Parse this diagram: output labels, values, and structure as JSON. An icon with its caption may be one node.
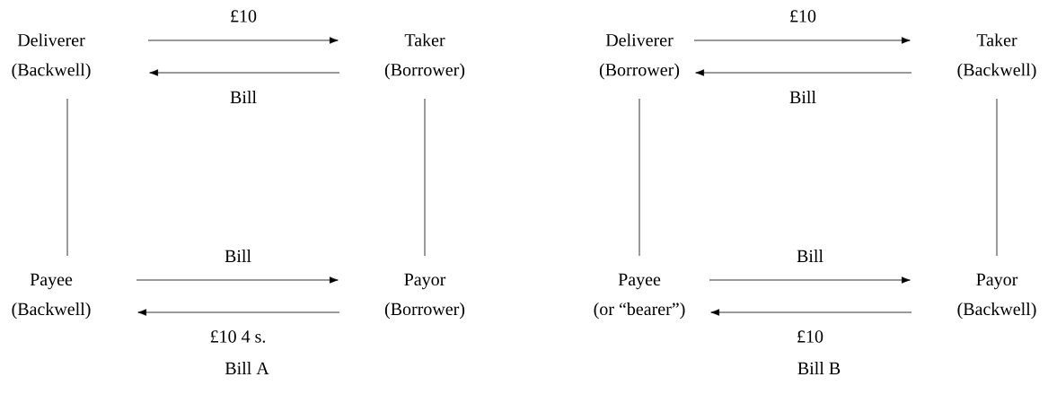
{
  "diagram": {
    "nodes": [
      {
        "text": [
          "Deliverer",
          "(Backwell)"
        ]
      },
      {
        "text": [
          "Taker",
          "(Borrower)"
        ]
      },
      {
        "text": [
          "Payee",
          "(Backwell)"
        ]
      },
      {
        "text": [
          "Payor",
          "(Borrower)"
        ]
      },
      {
        "text": [
          "Deliverer",
          "(Borrower)"
        ]
      },
      {
        "text": [
          "Taker",
          "(Backwell)"
        ]
      },
      {
        "text": [
          "Payee",
          "(or “bearer”)"
        ]
      },
      {
        "text": [
          "Payor",
          "(Backwell)"
        ]
      }
    ],
    "edges": [
      {
        "from": 0,
        "to": 1,
        "arrow": "to",
        "label": "£10"
      },
      {
        "from": 1,
        "to": 0,
        "arrow": "to",
        "label": "Bill"
      },
      {
        "from": 0,
        "to": 2,
        "arrow": "none"
      },
      {
        "from": 1,
        "to": 3,
        "arrow": "none"
      },
      {
        "from": 2,
        "to": 3,
        "arrow": "to",
        "label": "Bill"
      },
      {
        "from": 3,
        "to": 2,
        "arrow": "to",
        "label": "£10 4 s."
      },
      {
        "from": 4,
        "to": 5,
        "arrow": "to",
        "label": "£10"
      },
      {
        "from": 5,
        "to": 4,
        "arrow": "to",
        "label": "Bill"
      },
      {
        "from": 4,
        "to": 6,
        "arrow": "none"
      },
      {
        "from": 5,
        "to": 7,
        "arrow": "none"
      },
      {
        "from": 6,
        "to": 7,
        "arrow": "to",
        "label": "Bill"
      },
      {
        "from": 7,
        "to": 6,
        "arrow": "to",
        "label": "£10"
      }
    ],
    "labels": [
      "Bill A",
      "Bill B"
    ]
  }
}
